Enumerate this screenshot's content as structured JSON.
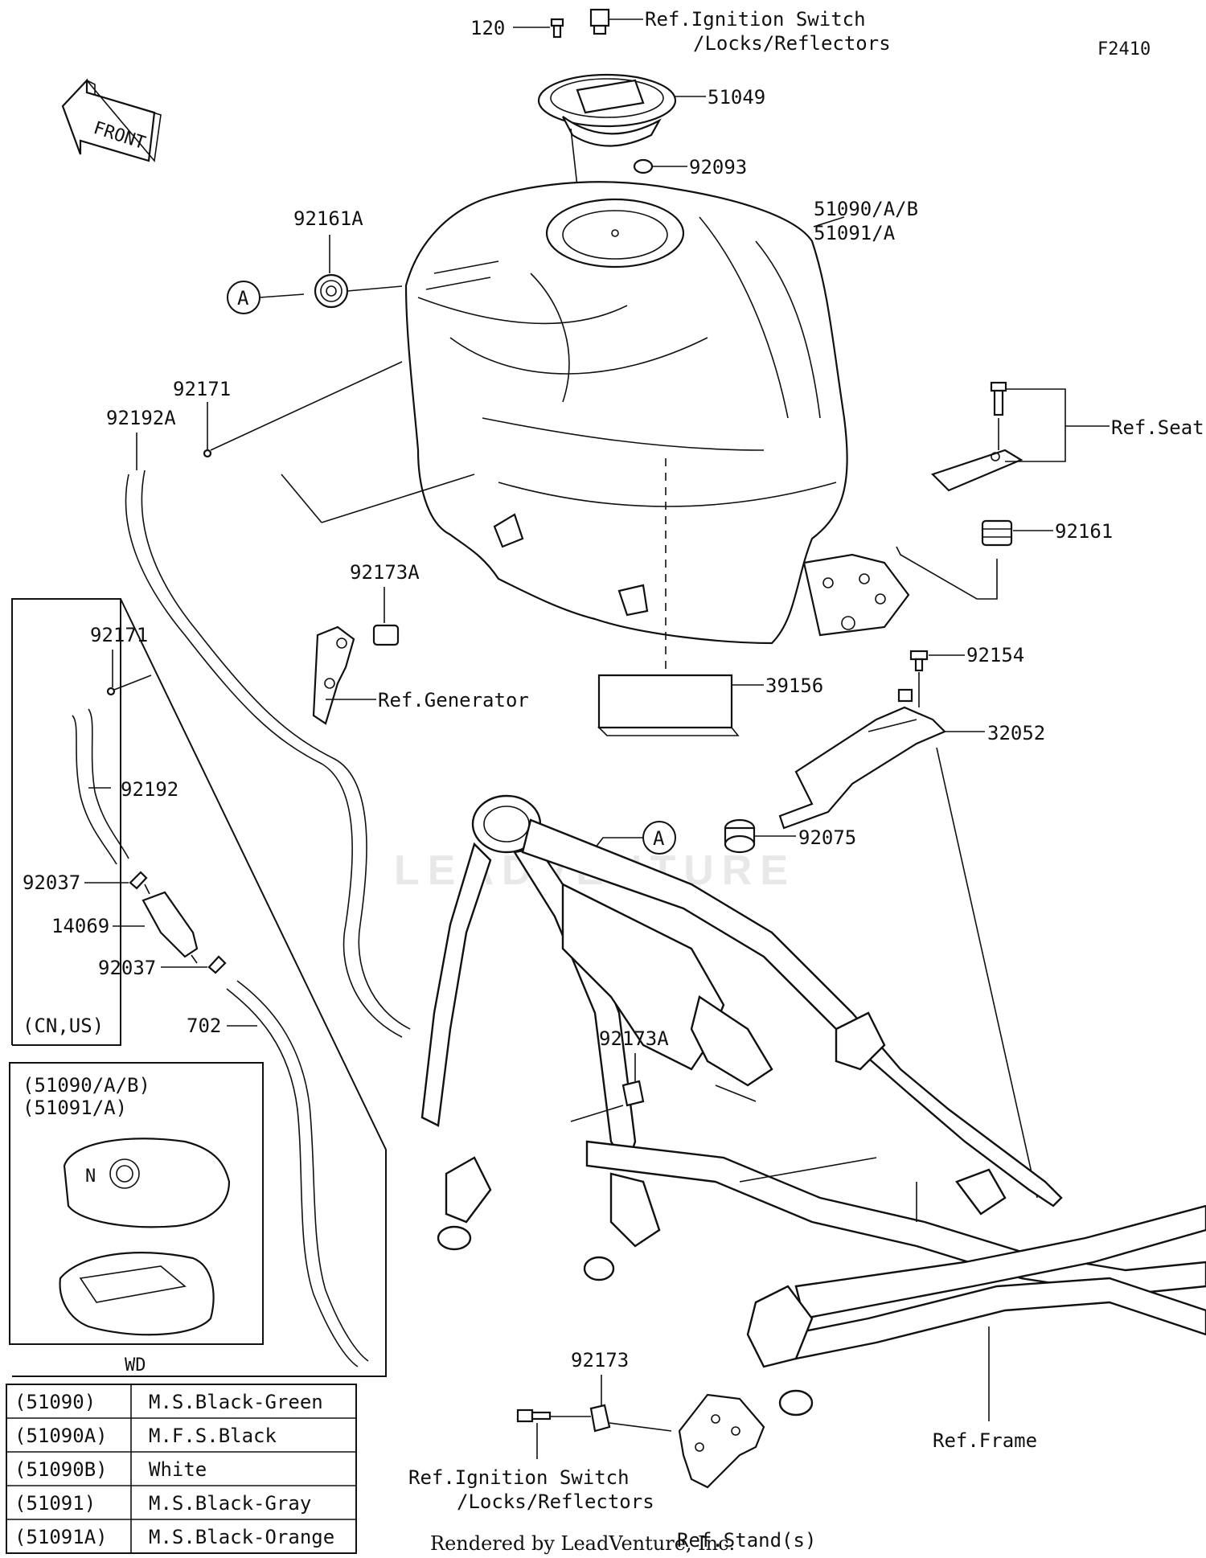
{
  "diagram_id": "F2410",
  "front_label": "FRONT",
  "watermark": "LEADVENTURE",
  "callouts": {
    "c120": "120",
    "ref_ign_top_1": "Ref.Ignition Switch",
    "ref_ign_top_2": "/Locks/Reflectors",
    "c51049": "51049",
    "c92093": "92093",
    "c51090": "51090/A/B",
    "c51091": "51091/A",
    "c92161A": "92161A",
    "circle_a1": "A",
    "c92171a": "92171",
    "c92192A": "92192A",
    "ref_seat": "Ref.Seat",
    "c92161": "92161",
    "c92173A_top": "92173A",
    "ref_generator": "Ref.Generator",
    "c39156": "39156",
    "c92154": "92154",
    "c32052": "32052",
    "c92171b": "92171",
    "c92192": "92192",
    "circle_a2": "A",
    "c92075": "92075",
    "c92037a": "92037",
    "c14069": "14069",
    "c92037b": "92037",
    "cn_us": "(CN,US)",
    "c702": "702",
    "c92173A_mid": "92173A",
    "inset_1": "(51090/A/B)",
    "inset_2": "(51091/A)",
    "wd": "WD",
    "c92173": "92173",
    "ref_ign_bot_1": "Ref.Ignition Switch",
    "ref_ign_bot_2": "/Locks/Reflectors",
    "ref_stand": "Ref.Stand(s)",
    "ref_frame": "Ref.Frame"
  },
  "color_table": [
    {
      "code": "(51090)",
      "color": "M.S.Black-Green"
    },
    {
      "code": "(51090A)",
      "color": "M.F.S.Black"
    },
    {
      "code": "(51090B)",
      "color": "White"
    },
    {
      "code": "(51091)",
      "color": "M.S.Black-Gray"
    },
    {
      "code": "(51091A)",
      "color": "M.S.Black-Orange"
    }
  ],
  "footer": "Rendered by LeadVenture, Inc."
}
